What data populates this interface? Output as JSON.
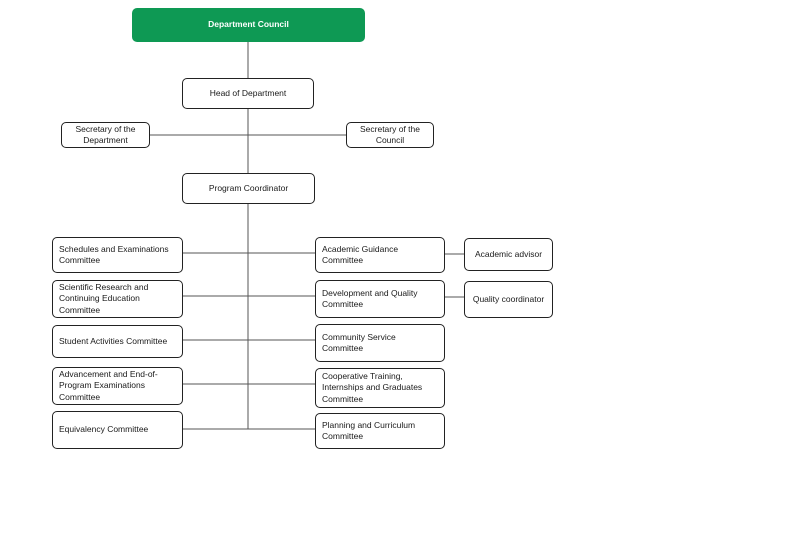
{
  "colors": {
    "council_fill": "#0e9954",
    "box_border": "#222222",
    "connector": "#555555"
  },
  "chart": {
    "council": "Department Council",
    "head": "Head of Department",
    "secretary_department": "Secretary of the\nDepartment",
    "secretary_council": "Secretary of the\nCouncil",
    "program_coordinator": "Program Coordinator",
    "left_committees": [
      "Schedules and Examinations\nCommittee",
      "Scientific Research and\nContinuing Education\nCommittee",
      "Student Activities Committee",
      "Advancement and End-of-\nProgram Examinations\nCommittee",
      "Equivalency Committee"
    ],
    "right_committees": [
      "Academic Guidance\nCommittee",
      "Development and Quality\nCommittee",
      "Community Service\nCommittee",
      "Cooperative Training,\nInternships and Graduates\nCommittee",
      "Planning and Curriculum\nCommittee"
    ],
    "academic_advisor": "Academic advisor",
    "quality_coordinator": "Quality coordinator"
  }
}
